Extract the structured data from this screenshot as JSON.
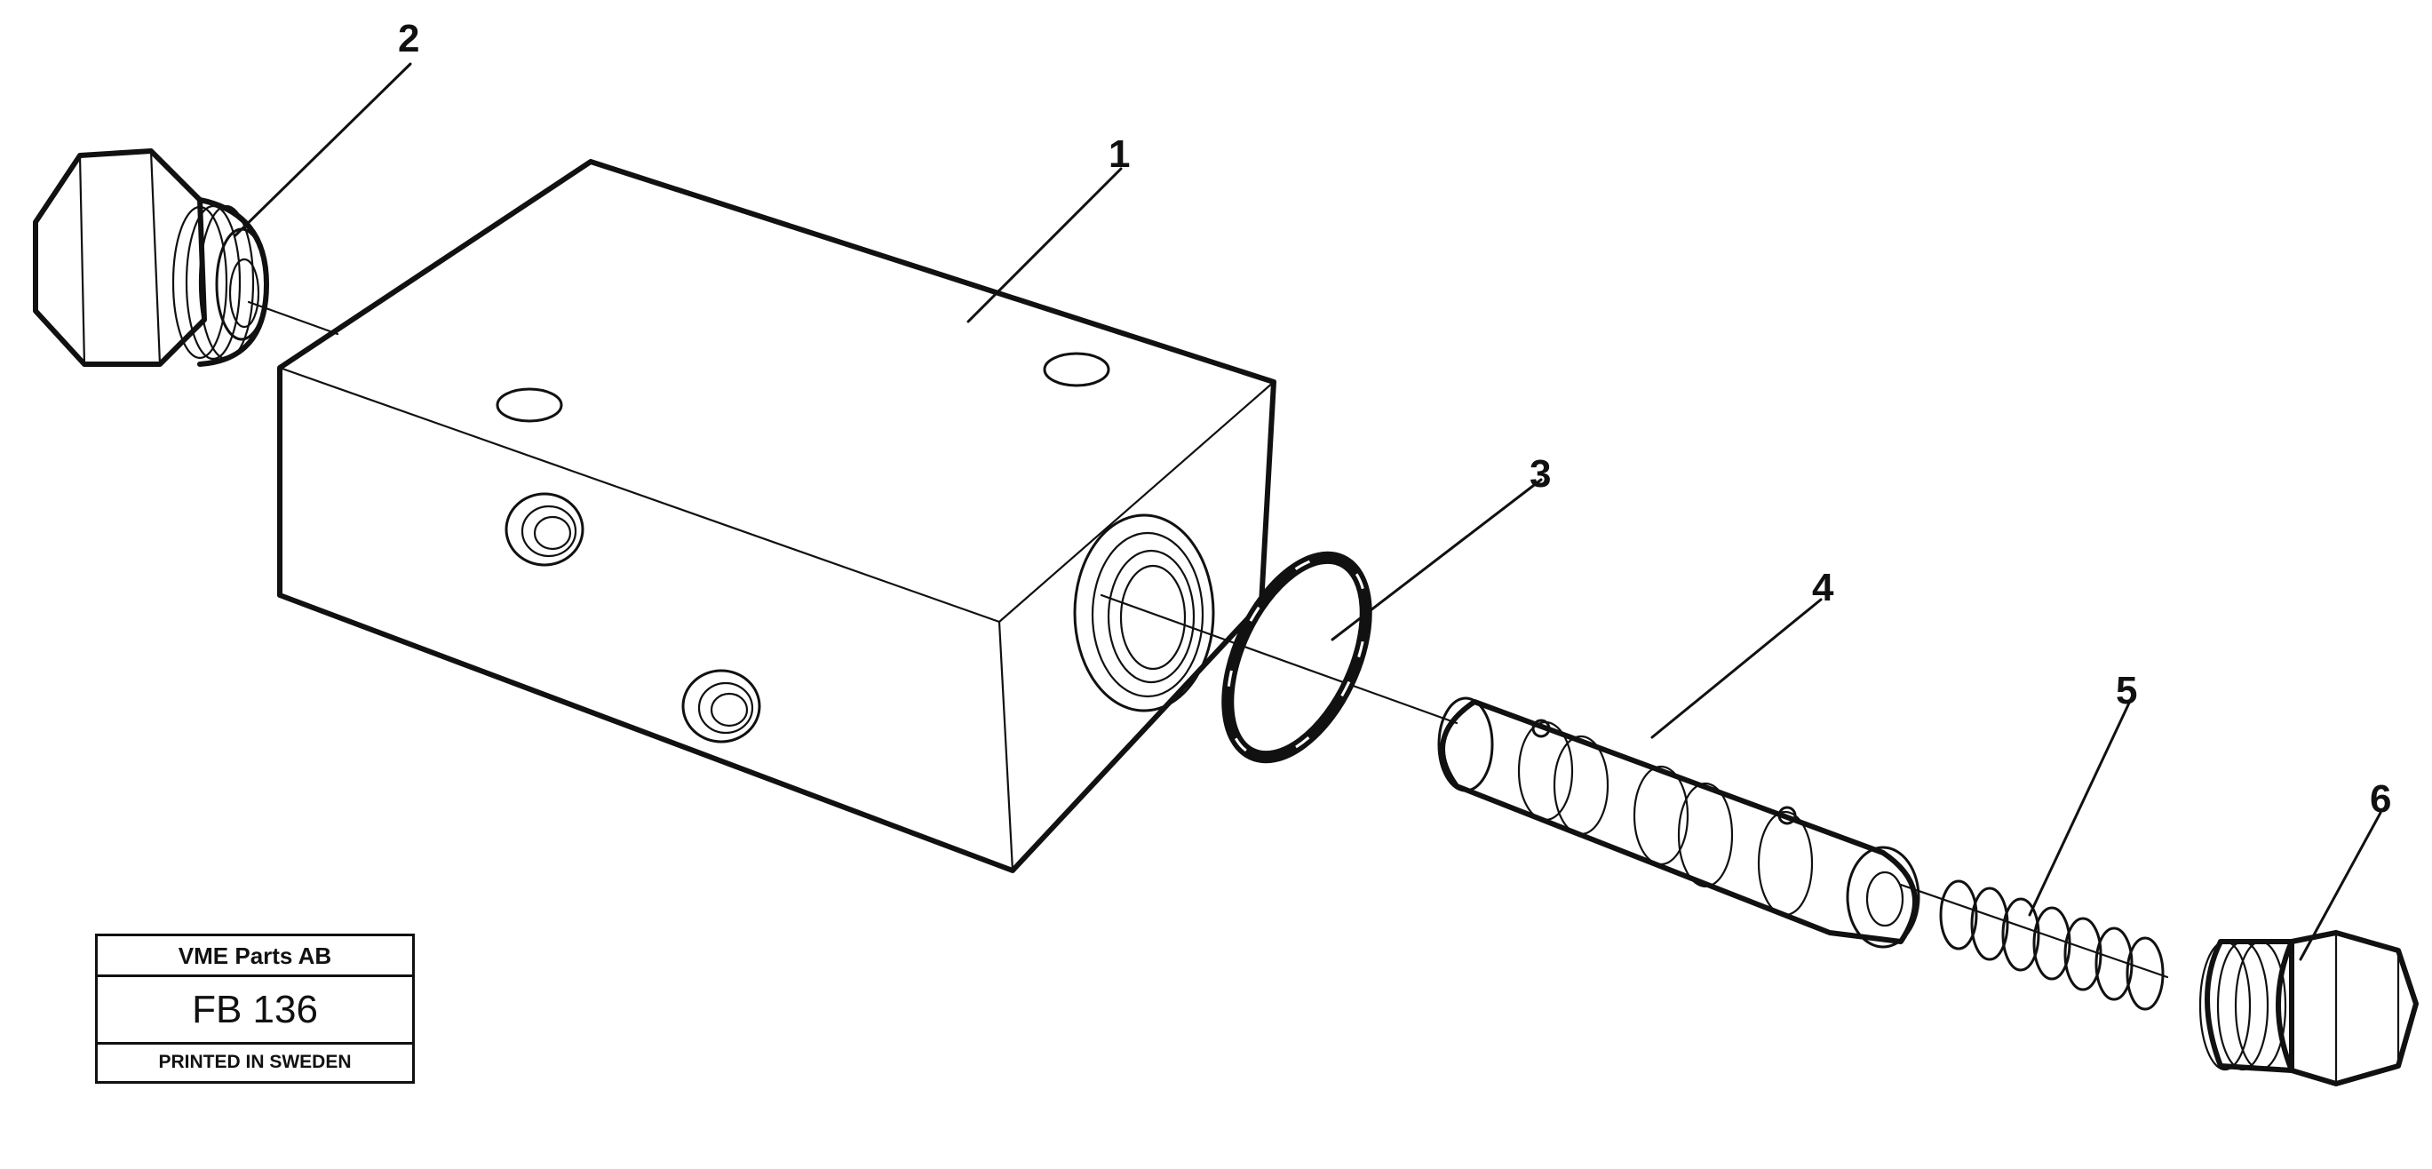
{
  "callouts": [
    {
      "id": "1",
      "label": "1"
    },
    {
      "id": "2",
      "label": "2"
    },
    {
      "id": "3",
      "label": "3"
    },
    {
      "id": "4",
      "label": "4"
    },
    {
      "id": "5",
      "label": "5"
    },
    {
      "id": "6",
      "label": "6"
    }
  ],
  "titleblock": {
    "company": "VME Parts AB",
    "code": "FB 136",
    "printed": "PRINTED IN SWEDEN"
  }
}
